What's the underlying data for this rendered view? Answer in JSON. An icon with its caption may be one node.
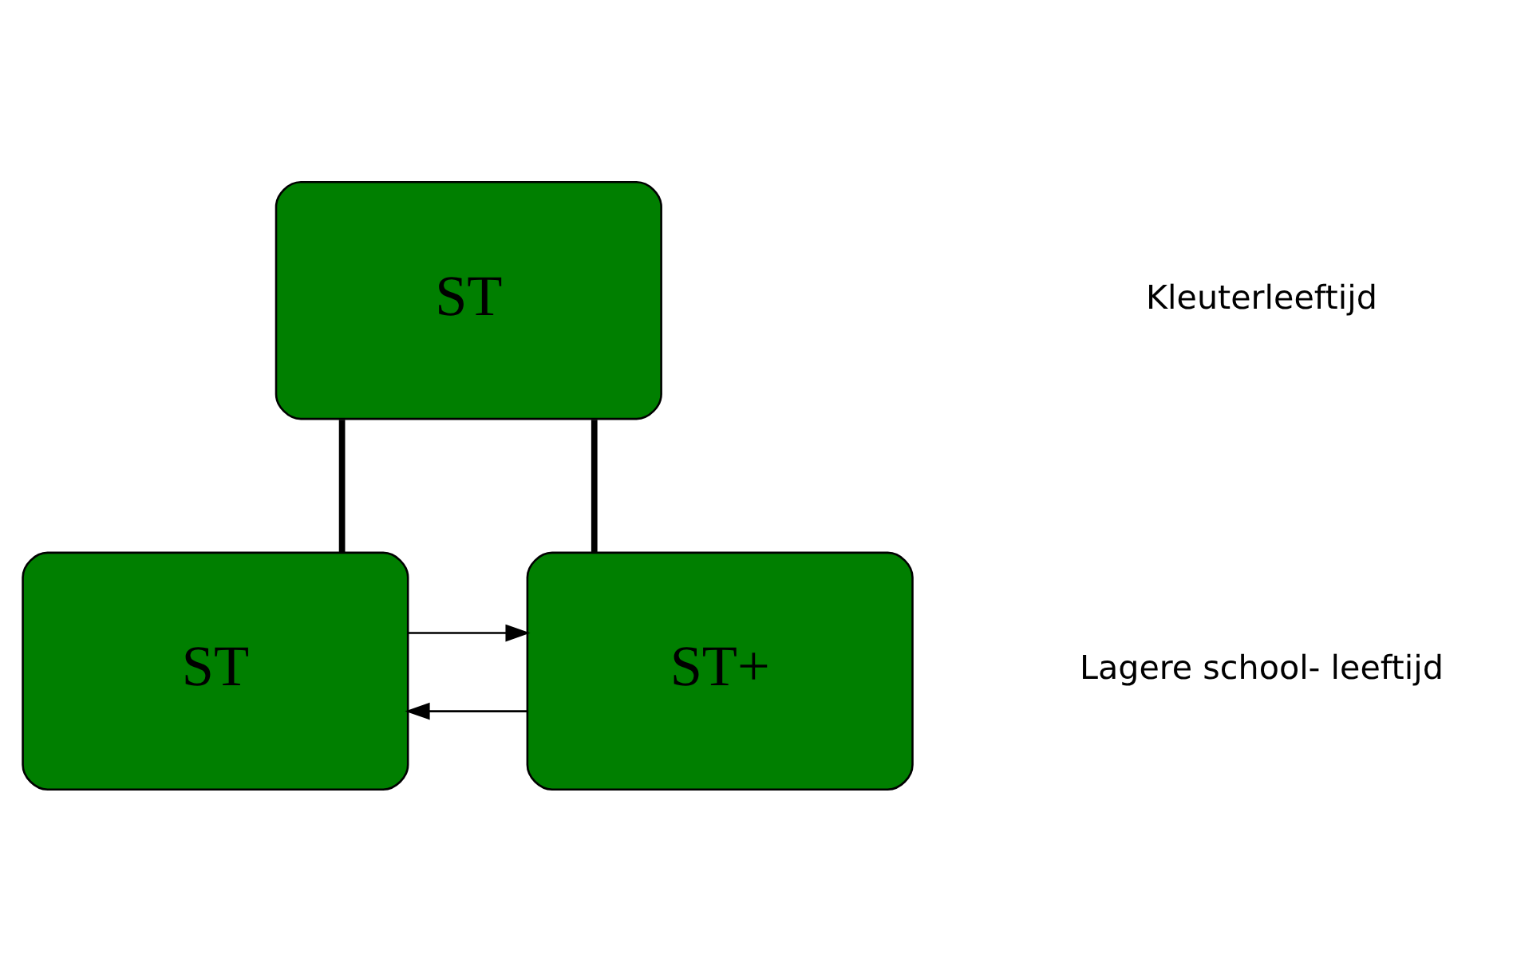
{
  "diagram": {
    "nodes": [
      {
        "text": [
          "ST"
        ]
      },
      {
        "text": [
          "ST"
        ]
      },
      {
        "text": [
          "ST+"
        ]
      }
    ],
    "edges": [
      {
        "from": 0,
        "to": 1,
        "arrow": "none",
        "style": "thick"
      },
      {
        "from": 0,
        "to": 2,
        "arrow": "none",
        "style": "thick"
      },
      {
        "from": 1,
        "to": 2,
        "arrow": "to"
      },
      {
        "from": 2,
        "to": 1,
        "arrow": "to"
      }
    ],
    "labels": [
      "Kleuterleeftijd",
      "Lagere school- leeftijd"
    ]
  }
}
